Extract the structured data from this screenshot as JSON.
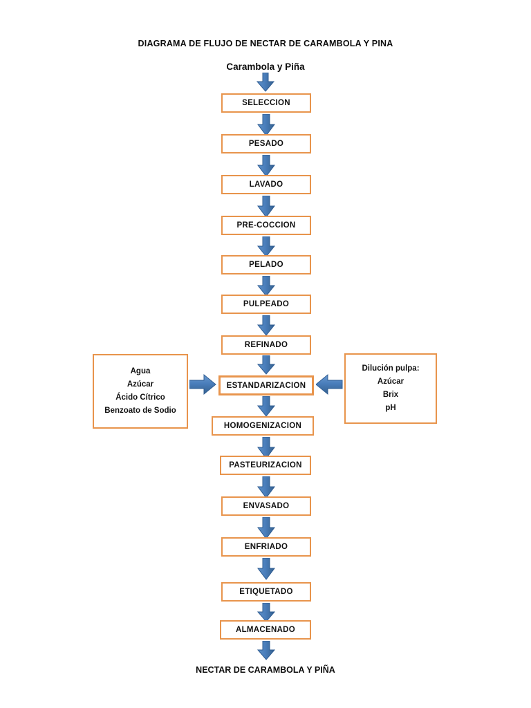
{
  "diagram": {
    "title": "DIAGRAMA DE FLUJO DE NECTAR DE CARAMBOLA Y PINA",
    "input_label": "Carambola y Piña",
    "output_label": "NECTAR DE CARAMBOLA Y PIÑA",
    "colors": {
      "box_border": "#e8944c",
      "arrow_fill": "#4a7ebb",
      "arrow_stroke": "#2f5c92",
      "background": "#ffffff",
      "text": "#111111"
    },
    "steps": [
      {
        "id": "seleccion",
        "label": "SELECCION"
      },
      {
        "id": "pesado",
        "label": "PESADO"
      },
      {
        "id": "lavado",
        "label": "LAVADO"
      },
      {
        "id": "pre-coccion",
        "label": "PRE-COCCION"
      },
      {
        "id": "pelado",
        "label": "PELADO"
      },
      {
        "id": "pulpeado",
        "label": "PULPEADO"
      },
      {
        "id": "refinado",
        "label": "REFINADO"
      },
      {
        "id": "estandarizacion",
        "label": "ESTANDARIZACION"
      },
      {
        "id": "homogenizacion",
        "label": "HOMOGENIZACION"
      },
      {
        "id": "pasteurizacion",
        "label": "PASTEURIZACION"
      },
      {
        "id": "envasado",
        "label": "ENVASADO"
      },
      {
        "id": "enfriado",
        "label": "ENFRIADO"
      },
      {
        "id": "etiquetado",
        "label": "ETIQUETADO"
      },
      {
        "id": "almacenado",
        "label": "ALMACENADO"
      }
    ],
    "side_inputs": {
      "left": {
        "id": "ingredientes",
        "lines": [
          "Agua",
          "Azúcar",
          "Ácido Cítrico",
          "Benzoato de Sodio"
        ]
      },
      "right": {
        "id": "dilucion-pulpa",
        "lines": [
          "Dilución pulpa:",
          "Azúcar",
          "Brix",
          "pH"
        ]
      }
    },
    "arrows": {
      "down_icon": "arrow-down-icon",
      "right_icon": "arrow-right-icon",
      "left_icon": "arrow-left-icon",
      "down_count": 15,
      "right_count": 1,
      "left_count": 1
    }
  }
}
